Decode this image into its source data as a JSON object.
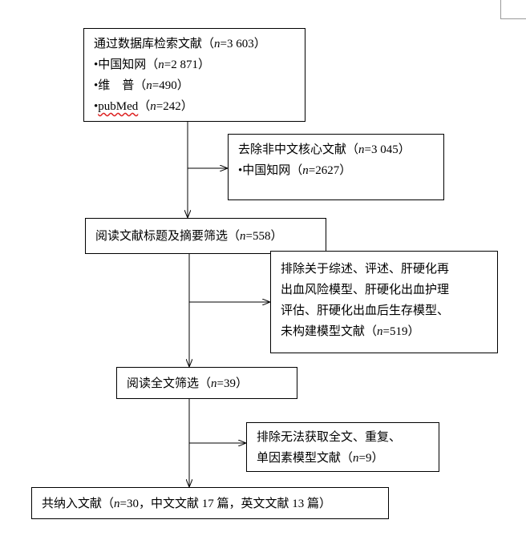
{
  "search_box": {
    "title_pre": "通过数据库检索文献（",
    "title_n": "n",
    "title_post": "=3 603）",
    "items": [
      {
        "pre": "•中国知网（",
        "n": "n",
        "post": "=2 871）"
      },
      {
        "pre": "•维　普（",
        "n": "n",
        "post": "=490）"
      },
      {
        "pre": "•",
        "name": "pubMed",
        "mid": "（",
        "n": "n",
        "post": "=242）"
      }
    ]
  },
  "exclude_1": {
    "title_pre": "去除非中文核心文献（",
    "title_n": "n",
    "title_post": "=3 045）",
    "item_pre": "•中国知网（",
    "item_n": "n",
    "item_post": "=2627）"
  },
  "screen_1": {
    "pre": "阅读文献标题及摘要筛选（",
    "n": "n",
    "post": "=558）"
  },
  "exclude_2": {
    "lines": [
      "排除关于综述、评述、肝硬化再",
      "出血风险模型、肝硬化出血护理",
      "评估、肝硬化出血后生存模型、"
    ],
    "last_pre": "未构建模型文献（",
    "last_n": "n",
    "last_post": "=519）"
  },
  "screen_2": {
    "pre": "阅读全文筛选（",
    "n": "n",
    "post": "=39）"
  },
  "exclude_3": {
    "line1": "排除无法获取全文、重复、",
    "line2_pre": "单因素模型文献（",
    "line2_n": "n",
    "line2_post": "=9）"
  },
  "final": {
    "pre": "共纳入文献（",
    "n": "n",
    "post": "=30，中文文献 17 篇，英文文献 13 篇）"
  }
}
